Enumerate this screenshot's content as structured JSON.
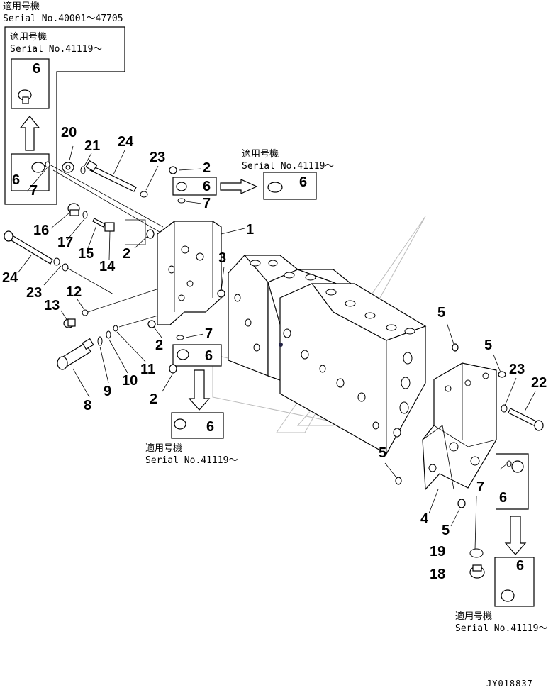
{
  "top_note": {
    "line1": "適用号機",
    "line2": "Serial No.40001～47705"
  },
  "inset_note": {
    "line1": "適用号機",
    "line2": "Serial No.41119～"
  },
  "note_center": {
    "line1": "適用号機",
    "line2": "Serial No.41119～"
  },
  "note_bottom_left": {
    "line1": "適用号機",
    "line2": "Serial No.41119～"
  },
  "note_bottom_right": {
    "line1": "適用号機",
    "line2": "Serial No.41119～"
  },
  "labels": {
    "n1": "1",
    "n2a": "2",
    "n2b": "2",
    "n2c": "2",
    "n2d": "2",
    "n3": "3",
    "n4": "4",
    "n5a": "5",
    "n5b": "5",
    "n5c": "5",
    "n5d": "5",
    "n6a": "6",
    "n6b": "6",
    "n6c": "6",
    "n6d": "6",
    "n6e": "6",
    "n6f": "6",
    "n6g": "6",
    "n6h": "6",
    "n7a": "7",
    "n7b": "7",
    "n7c": "7",
    "n7d": "7",
    "n8": "8",
    "n9": "9",
    "n10": "10",
    "n11": "11",
    "n12": "12",
    "n13": "13",
    "n14": "14",
    "n15": "15",
    "n16": "16",
    "n17": "17",
    "n18": "18",
    "n19": "19",
    "n20": "20",
    "n21": "21",
    "n22": "22",
    "n23a": "23",
    "n23b": "23",
    "n23c": "23",
    "n24a": "24",
    "n24b": "24"
  },
  "drawing_code": "JY018837"
}
